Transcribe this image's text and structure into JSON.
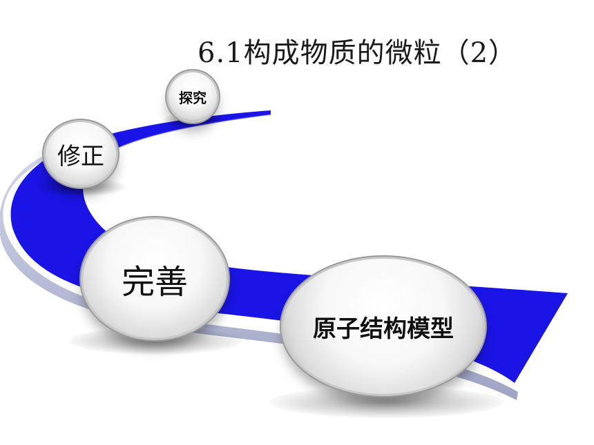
{
  "title": "6.1构成物质的微粒（2）",
  "bubbles": {
    "tanjiu": "探究",
    "xiuzheng": "修正",
    "wanshan": "完善",
    "yuanzi": "原子结构模型"
  },
  "colors": {
    "road_blue": "#1a14e6",
    "road_edge": "#9aa0c8",
    "text": "#111111"
  }
}
